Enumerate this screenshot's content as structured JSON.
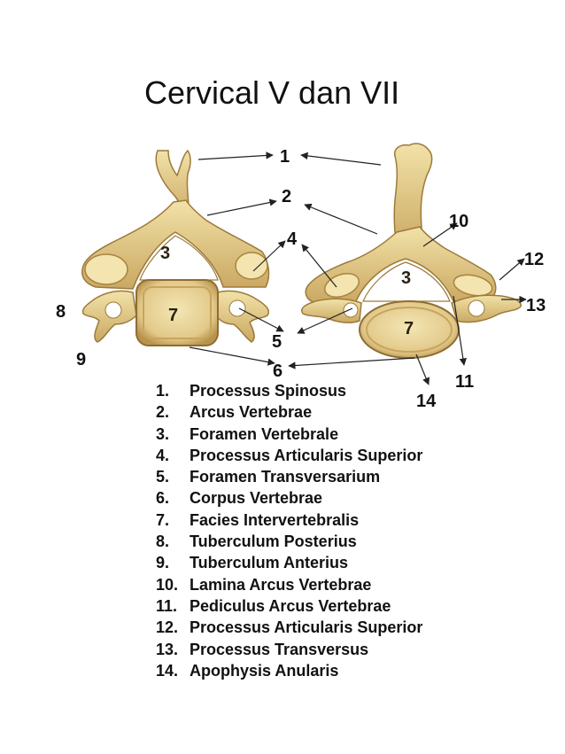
{
  "title": "Cervical V dan VII",
  "figure_labels": {
    "n1": "1",
    "n2": "2",
    "n3a": "3",
    "n3b": "3",
    "n4": "4",
    "n5": "5",
    "n6": "6",
    "n7a": "7",
    "n7b": "7",
    "n8": "8",
    "n9": "9",
    "n10": "10",
    "n11": "11",
    "n12": "12",
    "n13": "13",
    "n14": "14"
  },
  "legend": [
    {
      "num": "1.",
      "text": "Processus Spinosus"
    },
    {
      "num": "2.",
      "text": "Arcus Vertebrae"
    },
    {
      "num": "3.",
      "text": "Foramen Vertebrale"
    },
    {
      "num": "4.",
      "text": "Processus Articularis Superior"
    },
    {
      "num": "5.",
      "text": "Foramen Transversarium"
    },
    {
      "num": "6.",
      "text": "Corpus Vertebrae"
    },
    {
      "num": "7.",
      "text": "Facies Intervertebralis"
    },
    {
      "num": "8.",
      "text": "Tuberculum Posterius"
    },
    {
      "num": "9.",
      "text": "Tuberculum Anterius"
    },
    {
      "num": "10.",
      "text": "Lamina Arcus Vertebrae"
    },
    {
      "num": "11.",
      "text": "Pediculus Arcus Vertebrae"
    },
    {
      "num": "12.",
      "text": "Processus Articularis Superior"
    },
    {
      "num": "13.",
      "text": "Processus Transversus"
    },
    {
      "num": "14.",
      "text": "Apophysis Anularis"
    }
  ],
  "colors": {
    "bone_light": "#efdca0",
    "bone_mid": "#d9bd76",
    "bone_dark": "#b08a45",
    "line": "#222222"
  }
}
